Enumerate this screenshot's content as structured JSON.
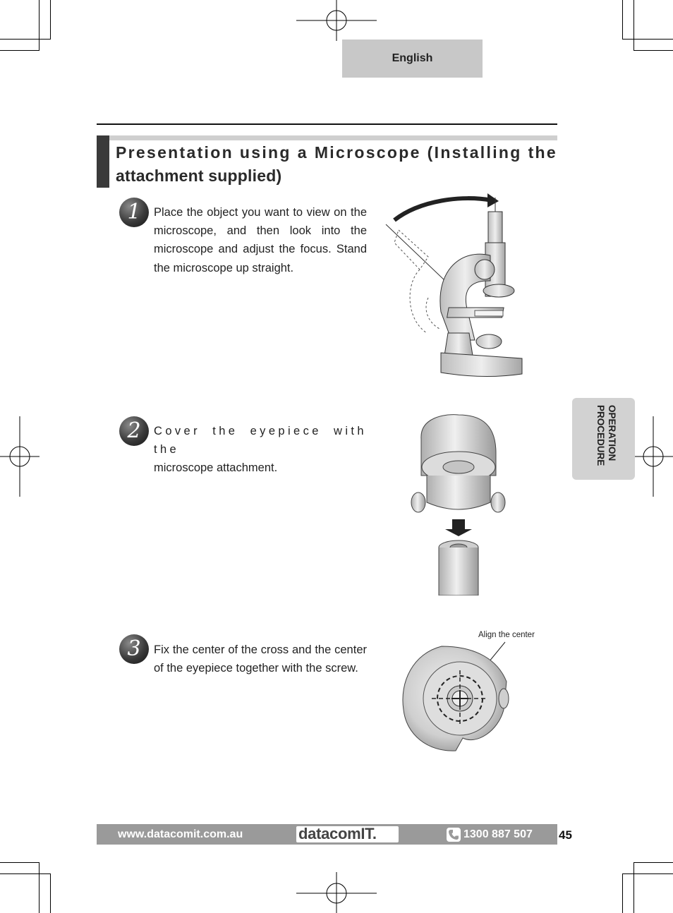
{
  "language_tab": "English",
  "title": {
    "line1": "Presentation using a Microscope (Installing the",
    "line2": "attachment supplied)"
  },
  "steps": [
    {
      "number": "1",
      "text": "Place the object you want to view on the microscope, and then look into the microscope and adjust the focus. Stand the microscope up straight.",
      "icon": "microscope-illustration"
    },
    {
      "number": "2",
      "text": "Cover the eyepiece with the microscope attachment.",
      "icon": "attachment-illustration"
    },
    {
      "number": "3",
      "text": "Fix the center of the cross and the center of the eyepiece together with the screw.",
      "icon": "crosshair-illustration"
    }
  ],
  "callout_label": "Align the center",
  "side_tab": {
    "line1": "OPERATION",
    "line2": "PROCEDURE"
  },
  "footer": {
    "url": "www.datacomit.com.au",
    "logo": "datacomIT.",
    "phone": "1300 887 507",
    "phone_icon": "phone-icon"
  },
  "page_number": "45",
  "colors": {
    "footer_bar": "#9a9a9a",
    "tab_gray": "#c8c8c8",
    "title_block": "#3a3a3a"
  }
}
